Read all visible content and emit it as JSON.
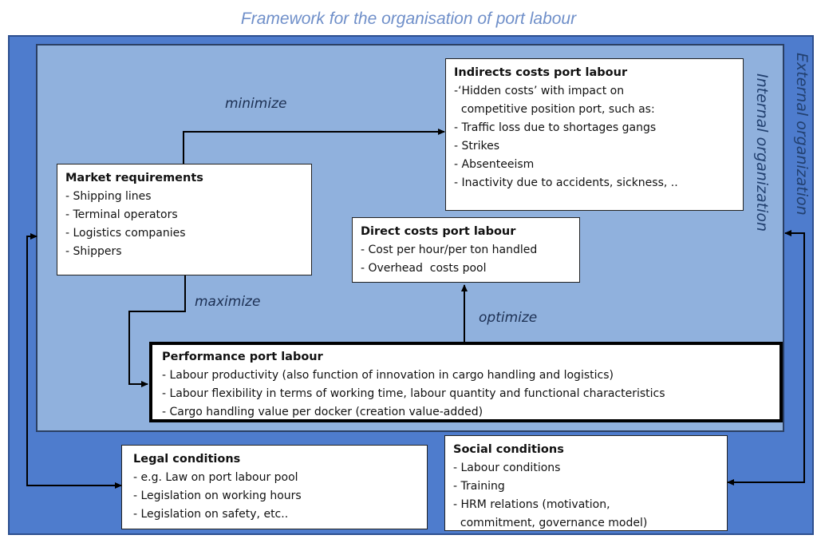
{
  "title": "Framework for the organisation of port labour",
  "regions": {
    "external": "External organization",
    "internal": "Internal organization"
  },
  "boxes": {
    "indirect": {
      "heading": "Indirects costs port labour",
      "lines": [
        "-‘Hidden costs’ with impact on",
        "  competitive position port, such as:",
        "- Traffic loss due to shortages gangs",
        "- Strikes",
        "- Absenteeism",
        "- Inactivity due to accidents, sickness, .."
      ]
    },
    "market": {
      "heading": "Market requirements",
      "lines": [
        "- Shipping lines",
        "- Terminal operators",
        "- Logistics companies",
        "- Shippers"
      ]
    },
    "direct": {
      "heading": "Direct costs port labour",
      "lines": [
        "- Cost per hour/per ton handled",
        "- Overhead  costs pool"
      ]
    },
    "performance": {
      "heading": "Performance port labour",
      "lines": [
        "- Labour productivity (also function of innovation in cargo handling and logistics)",
        "- Labour flexibility in terms of working time, labour quantity and functional characteristics",
        "- Cargo handling value per docker (creation value-added)"
      ]
    },
    "legal": {
      "heading": "Legal conditions",
      "lines": [
        "- e.g. Law on port labour pool",
        "- Legislation on working hours",
        "- Legislation on safety, etc.."
      ]
    },
    "social": {
      "heading": "Social conditions",
      "lines": [
        "- Labour conditions",
        "- Training",
        "- HRM relations (motivation,",
        "  commitment, governance model)"
      ]
    }
  },
  "edges": {
    "minimize": "minimize",
    "maximize": "maximize",
    "optimize": "optimize"
  }
}
